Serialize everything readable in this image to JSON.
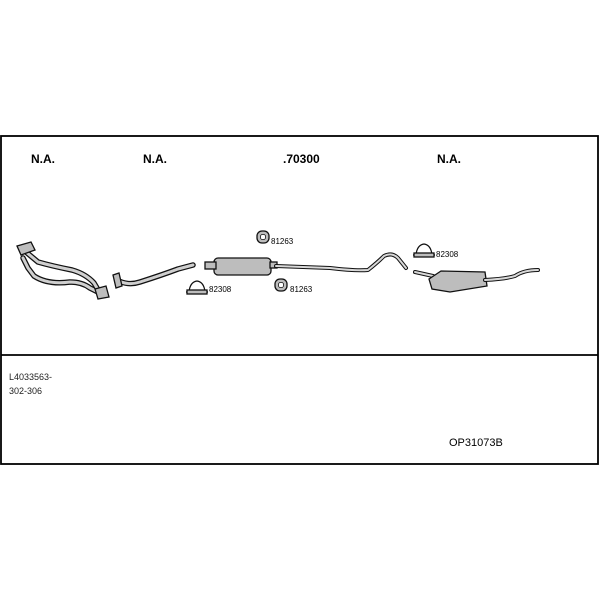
{
  "headers": {
    "col1": "N.A.",
    "col2": "N.A.",
    "col3": ".70300",
    "col4": "N.A."
  },
  "part_numbers": {
    "upper_rubber_mount": "81263",
    "front_clamp": "82308",
    "lower_rubber_mount": "81263",
    "rear_clamp": "82308"
  },
  "vehicle_info": {
    "line1": "L4033563-",
    "line2": "302-306"
  },
  "kit_code": "OP31073B",
  "colors": {
    "frame": "#000000",
    "part_fill": "#bdbdbd",
    "pipe_fill": "#cfcfcf"
  }
}
